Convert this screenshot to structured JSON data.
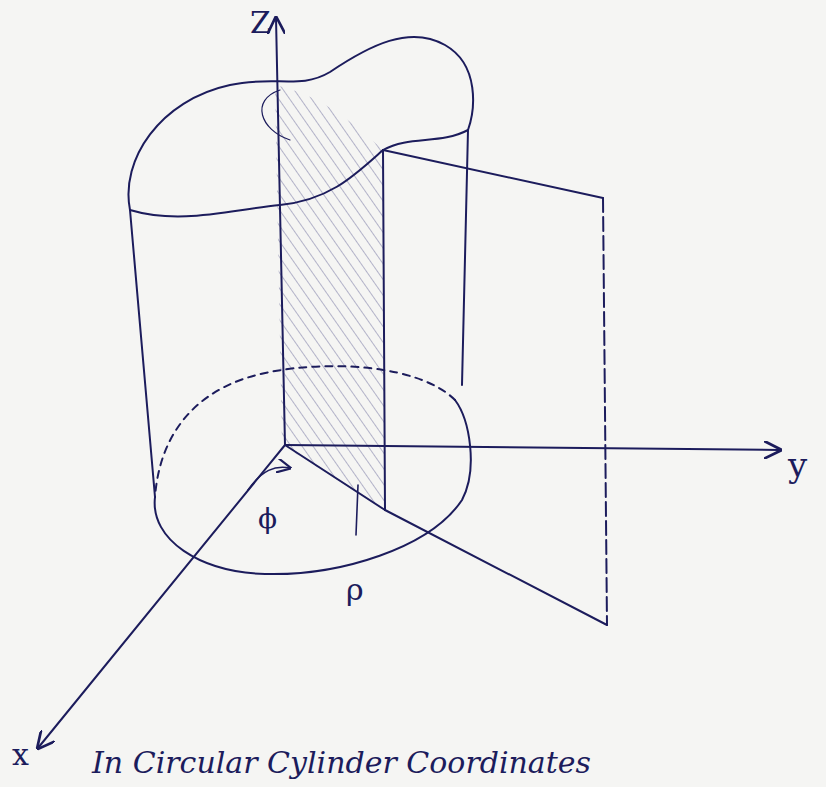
{
  "diagram": {
    "caption": "In Circular Cylinder Coordinates",
    "labels": [
      "Z",
      "y",
      "x",
      "ϕ",
      "ρ"
    ]
  }
}
